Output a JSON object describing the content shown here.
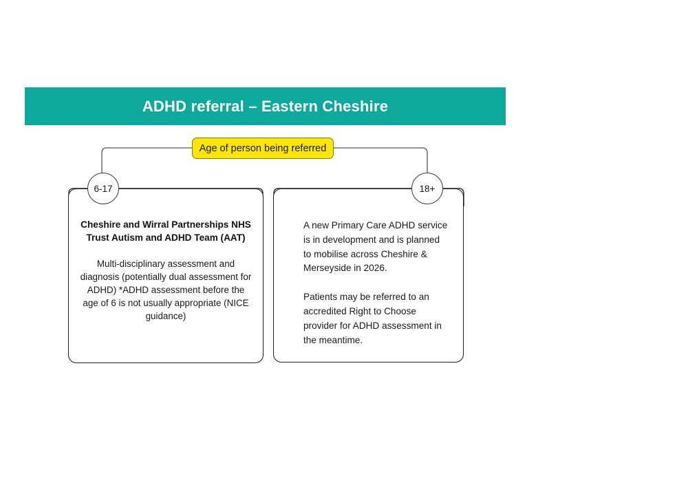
{
  "header": {
    "title": "ADHD referral – Eastern Cheshire",
    "background_color": "#0DA99C",
    "text_color": "#FFFFFF"
  },
  "decision": {
    "label": "Age of person being referred",
    "fill_color": "#FFE600",
    "border_color": "#8A7A00"
  },
  "branches": [
    {
      "age_label": "6-17",
      "heading": "Cheshire and Wirral Partnerships NHS Trust Autism and ADHD Team (AAT)",
      "body": "Multi-disciplinary assessment and diagnosis (potentially dual assessment for ADHD) *ADHD assessment before the age of 6 is not usually appropriate (NICE guidance)"
    },
    {
      "age_label": "18+",
      "paragraph_1": "A new Primary Care ADHD service is in development and is planned to mobilise across Cheshire & Merseyside in 2026.",
      "paragraph_2": "Patients may be referred to an accredited Right to Choose provider for ADHD assessment in the meantime."
    }
  ]
}
